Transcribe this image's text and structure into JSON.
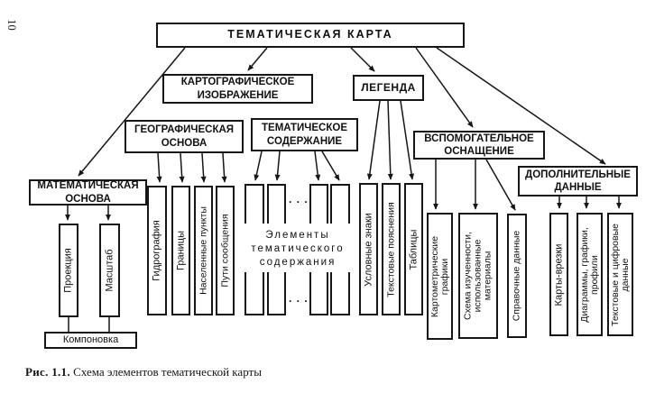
{
  "page_number": "10",
  "caption": {
    "label": "Рис. 1.1.",
    "text": "Схема элементов тематической карты"
  },
  "diagram": {
    "root": "ТЕМАТИЧЕСКАЯ КАРТА",
    "boxes": {
      "carto_image": {
        "line1": "КАРТОГРАФИЧЕСКОЕ",
        "line2": "ИЗОБРАЖЕНИЕ"
      },
      "legend": {
        "line1": "ЛЕГЕНДА"
      },
      "geo_basis": {
        "line1": "ГЕОГРАФИЧЕСКАЯ",
        "line2": "ОСНОВА"
      },
      "them_content": {
        "line1": "ТЕМАТИЧЕСКОЕ",
        "line2": "СОДЕРЖАНИЕ"
      },
      "aux_equipment": {
        "line1": "ВСПОМОГАТЕЛЬНОЕ",
        "line2": "ОСНАЩЕНИЕ"
      },
      "add_data": {
        "line1": "ДОПОЛНИТЕЛЬНЫЕ",
        "line2": "ДАННЫЕ"
      },
      "math_basis": {
        "line1": "МАТЕМАТИЧЕСКАЯ",
        "line2": "ОСНОВА"
      },
      "layout": {
        "line1": "Компоновка"
      }
    },
    "bars": {
      "projection": "Проекция",
      "scale": "Масштаб",
      "hydrography": "Гидрография",
      "boundaries": "Границы",
      "settlements": "Населенные пункты",
      "routes": "Пути сообщения",
      "symbols": "Условные знаки",
      "text_notes": "Текстовые пояснения",
      "tables": "Таблицы",
      "cartometric": "Картометрические графики",
      "study_scheme": "Схема изученности, использованные материалы",
      "reference": "Справочные данные",
      "inset_maps": "Карты-врезки",
      "diagrams": "Диаграммы, графики, профили",
      "text_numeric": "Текстовые и цифровые данные"
    },
    "center_group": {
      "text": "Элементы тематического содержания",
      "ellipsis": ". . ."
    }
  }
}
